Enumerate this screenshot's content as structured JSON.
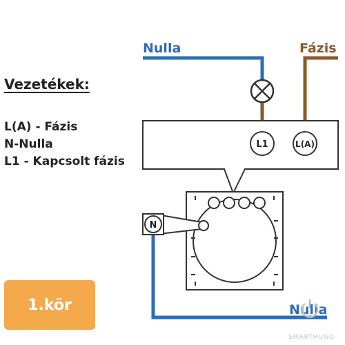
{
  "wires": {
    "nulla_top_label": "Nulla",
    "fazis_label": "Fázis",
    "nulla_bottom_label": "Nulla"
  },
  "colors": {
    "neutral_wire": "#2e6db5",
    "phase_wire": "#8a5a2b",
    "outline": "#333333",
    "badge": "#f5a94d",
    "brand": "#b9c4cc"
  },
  "terminals": {
    "l1": "L1",
    "la": "L(A)",
    "n": "N"
  },
  "legend": {
    "title": "Vezetékek:",
    "lines": [
      "L(A) - Fázis",
      "N-Nulla",
      "L1 - Kapcsolt fázis"
    ]
  },
  "badge": {
    "label": "1.kör"
  },
  "brand": {
    "text": "SMARTHUGO"
  },
  "icons": [
    "lamp-icon",
    "power-icon"
  ]
}
